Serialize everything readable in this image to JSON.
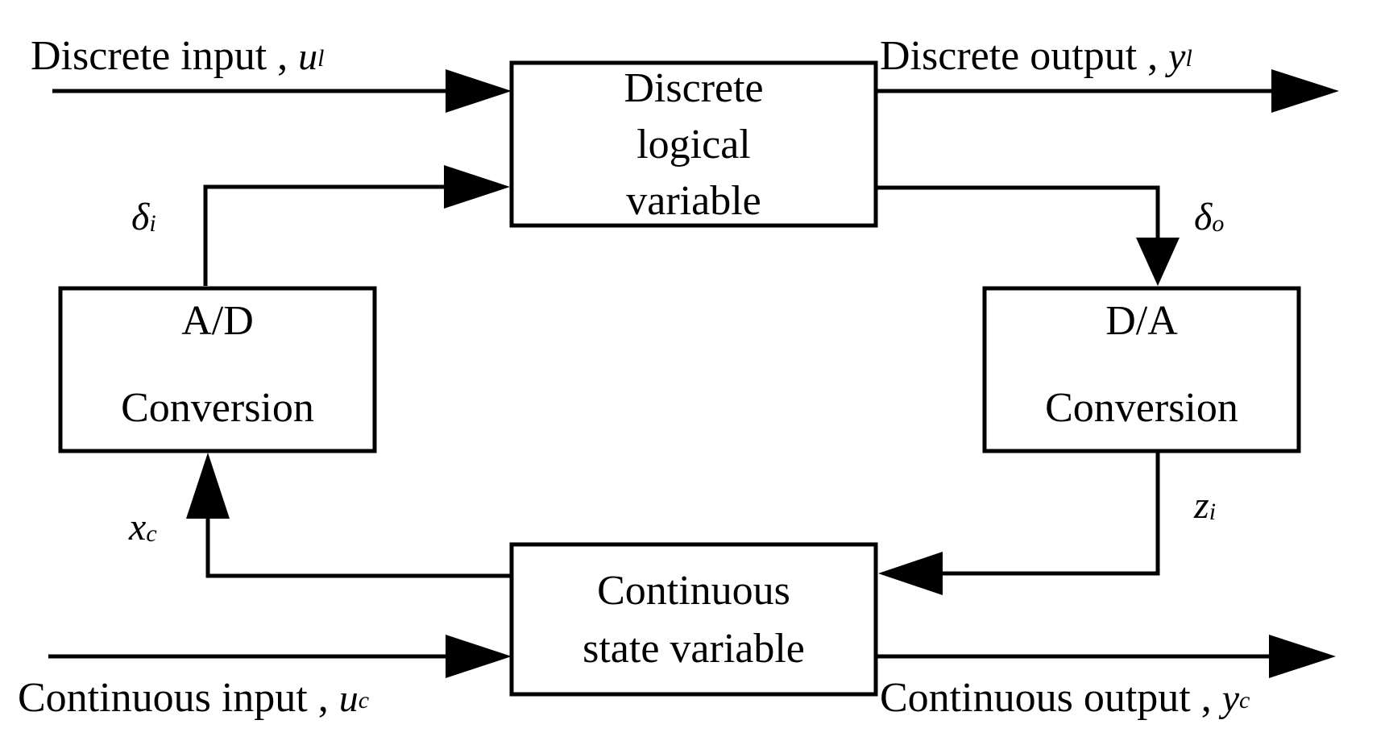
{
  "blocks": {
    "discrete": [
      "Discrete",
      "logical",
      "variable"
    ],
    "continuous": [
      "Continuous",
      "state variable"
    ],
    "ad": [
      "A/D",
      "Conversion"
    ],
    "da": [
      "D/A",
      "Conversion"
    ]
  },
  "signals": {
    "discrete_input": {
      "text": "Discrete input , ",
      "symbol": "u",
      "sub": "l"
    },
    "discrete_output": {
      "text": "Discrete output , ",
      "symbol": "y",
      "sub": "l"
    },
    "continuous_input": {
      "text": "Continuous input , ",
      "symbol": "u",
      "sub": "c"
    },
    "continuous_output": {
      "text": "Continuous output , ",
      "symbol": "y",
      "sub": "c"
    },
    "delta_i": {
      "symbol": "δ",
      "sub": "i"
    },
    "delta_o": {
      "symbol": "δ",
      "sub": "o"
    },
    "x_c": {
      "symbol": "x",
      "sub": "c"
    },
    "z_i": {
      "symbol": "z",
      "sub": "i"
    }
  }
}
